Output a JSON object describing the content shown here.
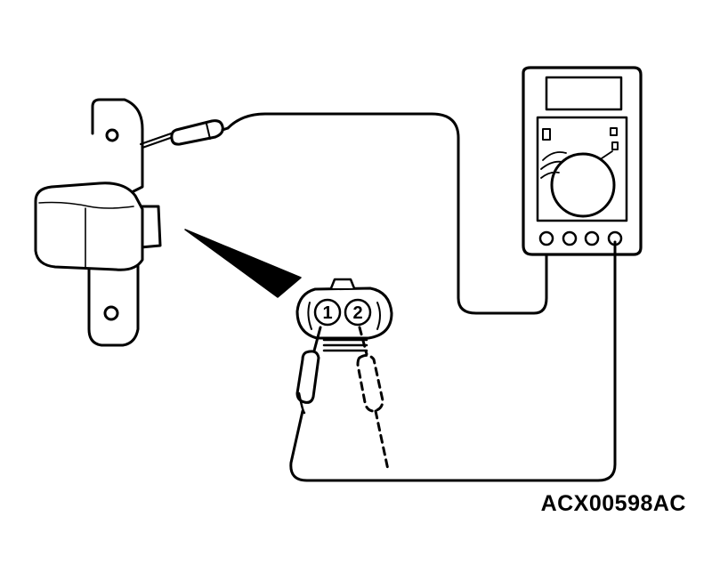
{
  "figure": {
    "reference_code": "ACX00598AC",
    "connector_pins": [
      "1",
      "2"
    ]
  },
  "colors": {
    "line": "#000000",
    "background": "#ffffff"
  }
}
